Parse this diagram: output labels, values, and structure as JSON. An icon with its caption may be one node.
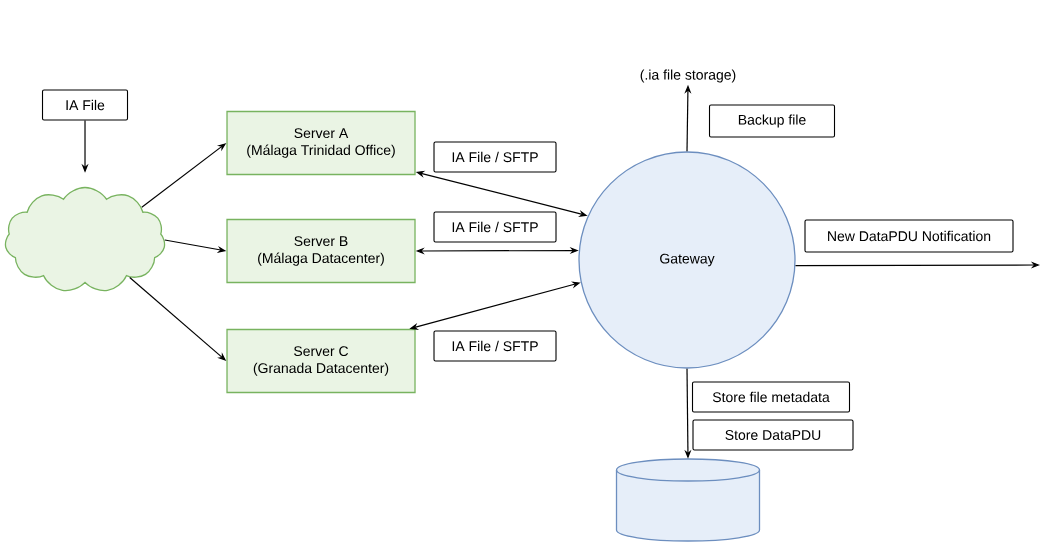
{
  "diagram": {
    "nodes": [
      {
        "text": [
          "IA File"
        ]
      },
      {
        "text": [],
        "shape": "cloud"
      },
      {
        "text": [
          "Server A",
          "(Málaga Trinidad Office)"
        ]
      },
      {
        "text": [
          "Server B",
          "(Málaga Datacenter)"
        ]
      },
      {
        "text": [
          "Server C",
          "(Granada Datacenter)"
        ]
      },
      {
        "text": [
          "IA File / SFTP"
        ]
      },
      {
        "text": [
          "IA File / SFTP"
        ]
      },
      {
        "text": [
          "IA File / SFTP"
        ]
      },
      {
        "text": [
          "(.ia file storage)"
        ]
      },
      {
        "text": [
          "Backup file"
        ]
      },
      {
        "text": [
          "Gateway"
        ]
      },
      {
        "text": [
          "New DataPDU Notification"
        ]
      },
      {
        "text": [
          "Store file metadata"
        ]
      },
      {
        "text": [
          "Store DataPDU"
        ]
      },
      {
        "text": [],
        "shape": "cylinder"
      }
    ],
    "edges": [
      {
        "from": 0,
        "to": 1,
        "arrow": "to"
      },
      {
        "from": 1,
        "to": 2,
        "arrow": "to"
      },
      {
        "from": 1,
        "to": 3,
        "arrow": "to"
      },
      {
        "from": 1,
        "to": 4,
        "arrow": "to"
      },
      {
        "from": 2,
        "to": 10,
        "arrow": "both"
      },
      {
        "from": 3,
        "to": 10,
        "arrow": "both"
      },
      {
        "from": 4,
        "to": 10,
        "arrow": "both"
      },
      {
        "from": 10,
        "to": 8,
        "arrow": "to"
      },
      {
        "from": 10,
        "to": null,
        "arrow": "to"
      },
      {
        "from": 10,
        "to": 14,
        "arrow": "to"
      }
    ]
  }
}
